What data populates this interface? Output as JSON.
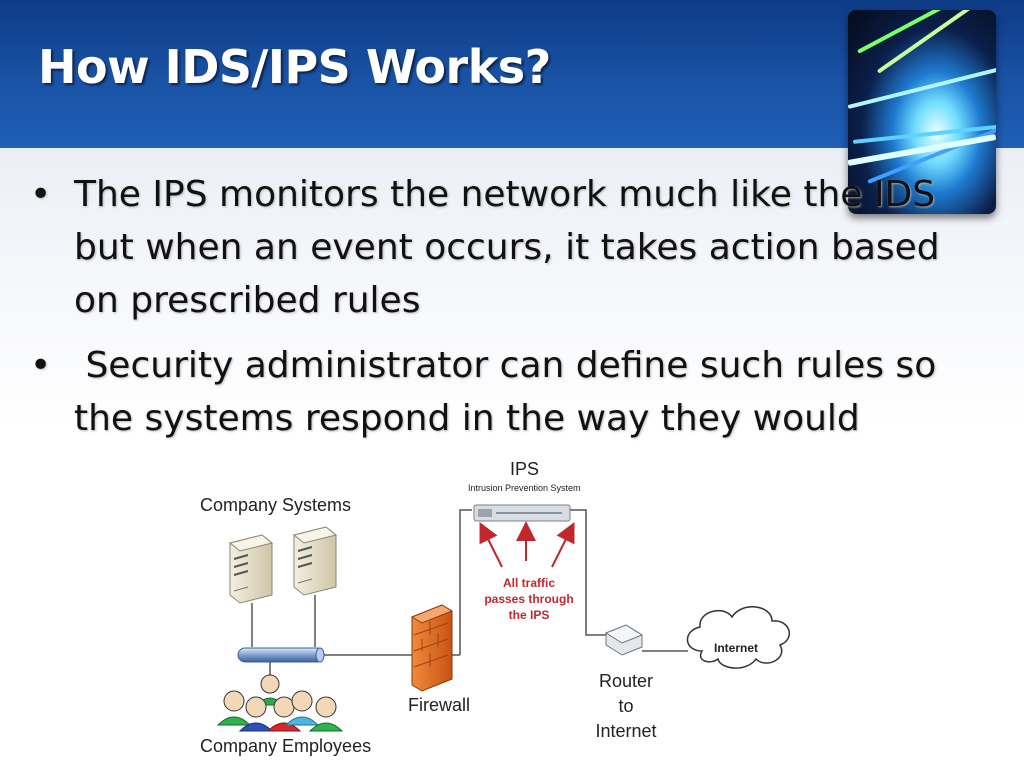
{
  "slide": {
    "title": "How IDS/IPS Works?",
    "bullets": [
      {
        "marker": "•",
        "text": "The IPS monitors the network much like the IDS but when an event occurs, it takes action based on prescribed rules"
      },
      {
        "marker": "•",
        "text": " Security administrator can define such rules so the systems respond in the way they would"
      }
    ]
  },
  "diagram": {
    "company_systems_label": "Company Systems",
    "company_employees_label": "Company Employees",
    "firewall_label": "Firewall",
    "ips_label": "IPS",
    "ips_sublabel": "Intrusion Prevention System",
    "traffic_note_lines": [
      "All traffic",
      "passes through",
      "the IPS"
    ],
    "router_label_lines": [
      "Router",
      "to",
      "Internet"
    ],
    "internet_label": "Internet"
  },
  "colors": {
    "title_bar": "#1a53a6",
    "traffic_note": "#c0282d",
    "firewall": "#e06a23"
  }
}
